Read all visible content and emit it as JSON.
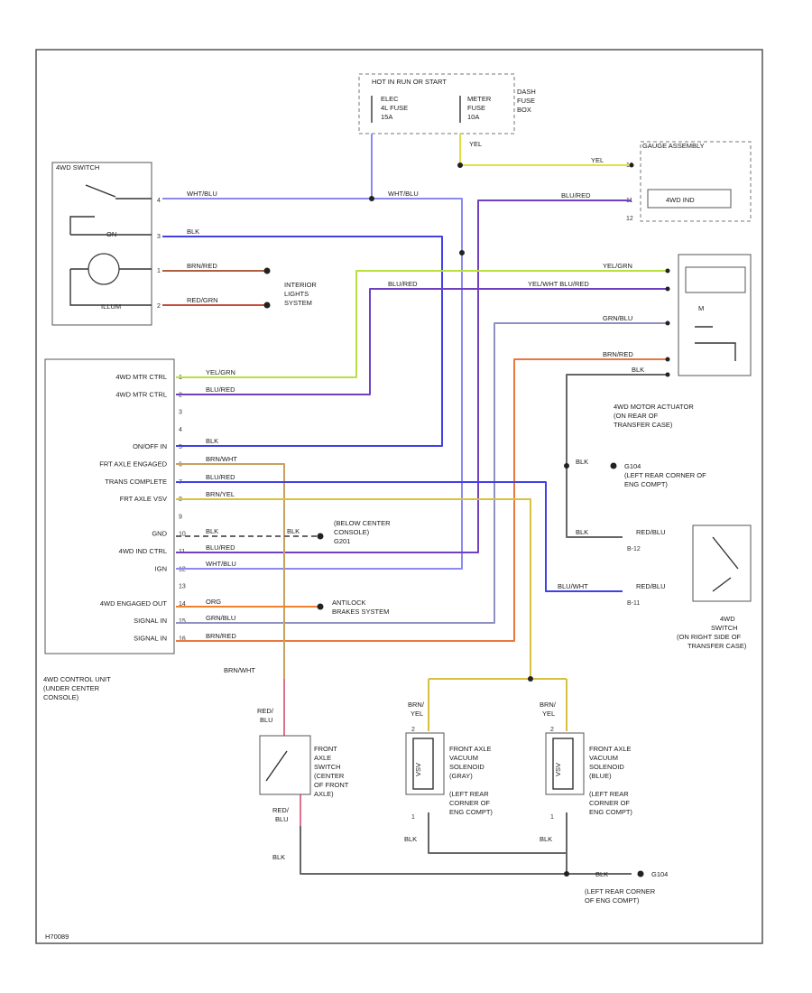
{
  "colors": {
    "wht_blu": "#8a8af0",
    "blk": "#4040e6",
    "brn_red": "#b06040",
    "red_grn": "#c05040",
    "yel_grn": "#b8e040",
    "blu_red": "#7040c0",
    "yel": "#e0e040",
    "yel_wht": "#d8c040",
    "grn_blu": "#9090c0",
    "brn_red_orange": "#e87840",
    "org": "#f08030",
    "brn_wht": "#c8a060",
    "red_blu": "#e07090",
    "gray": "#666666"
  },
  "fuse_box": {
    "title": "HOT IN RUN OR START",
    "fuse1": [
      "ELEC",
      "4L FUSE",
      "15A"
    ],
    "fuse2": [
      "METER",
      "FUSE",
      "10A"
    ],
    "box_label": [
      "DASH",
      "FUSE",
      "BOX"
    ]
  },
  "switch_4wd": {
    "title": "4WD SWITCH",
    "labels": [
      "",
      "ON",
      "",
      "ILLUM"
    ],
    "pins": [
      "4",
      "3",
      "1",
      "2"
    ]
  },
  "gauge": {
    "title": "GAUGE ASSEMBLY",
    "inner": "4WD IND",
    "pins": [
      "10",
      "11",
      "12"
    ]
  },
  "interior": [
    "INTERIOR",
    "LIGHTS",
    "SYSTEM"
  ],
  "actuator": {
    "title": [
      "4WD MOTOR ACTUATOR",
      "(ON REAR OF",
      "TRANSFER CASE)"
    ],
    "symbol": "M"
  },
  "control_unit": {
    "title": [
      "4WD CONTROL UNIT",
      "(UNDER CENTER",
      "CONSOLE)"
    ],
    "labels": [
      "4WD MTR CTRL",
      "4WD MTR CTRL",
      "",
      "",
      "ON/OFF IN",
      "FRT AXLE ENGAGED",
      "TRANS COMPLETE",
      "FRT AXLE VSV",
      "",
      "GND",
      "4WD IND CTRL",
      "IGN",
      "",
      "4WD ENGAGED OUT",
      "SIGNAL IN",
      "SIGNAL IN"
    ],
    "pins": [
      "1",
      "2",
      "3",
      "4",
      "5",
      "6",
      "7",
      "8",
      "9",
      "10",
      "11",
      "12",
      "13",
      "14",
      "15",
      "16"
    ]
  },
  "wires": {
    "wht_blu_a": "WHT/BLU",
    "wht_blu_b": "WHT/BLU",
    "blk_top": "BLK",
    "brn_red": "BRN/RED",
    "red_grn": "RED/GRN",
    "yel_top": "YEL",
    "yel_gauge": "YEL",
    "blu_red_gauge": "BLU/RED",
    "yel_grn_act": "YEL/GRN",
    "blu_red_mid": "BLU/RED",
    "yel_act": "YEL/WHT BLU/RED",
    "grn_blu_act": "GRN/BLU",
    "brn_red_act": "BRN/RED",
    "blk_act": "BLK",
    "cu_yel_grn": "YEL/GRN",
    "cu_blu_red": "BLU/RED",
    "cu_blk": "BLK",
    "cu_brn_wht": "BRN/WHT",
    "cu_blu_red2": "BLU/RED",
    "cu_brn_yel": "BRN/YEL",
    "cu_blk_gnd": "BLK",
    "cu_blk_gnd2": "BLK",
    "cu_blu_red3": "BLU/RED",
    "cu_wht_blu": "WHT/BLU",
    "cu_org": "ORG",
    "cu_grn_blu": "GRN/BLU",
    "cu_brn_red": "BRN/RED",
    "blk_g104a": "BLK",
    "blk_sw": "BLK",
    "red_blu_sw1": "RED/BLU",
    "blu_wht": "BLU/WHT",
    "red_blu_sw2": "RED/BLU",
    "brn_wht_down": "BRN/WHT",
    "red_blu_axle1": "RED/\nBLU",
    "red_blu_axle2": "RED/\nBLU",
    "blk_axle": "BLK",
    "brn_yel1": "BRN/\nYEL",
    "brn_yel2": "BRN/\nYEL",
    "blk_v1": "BLK",
    "blk_v2": "BLK",
    "blk_g104b": "BLK"
  },
  "grounds": {
    "g104a": [
      "G104",
      "(LEFT REAR CORNER OF",
      "ENG COMPT)"
    ],
    "g104b": [
      "G104",
      "(LEFT REAR CORNER",
      "OF ENG COMPT)"
    ],
    "below": [
      "(BELOW CENTER",
      "CONSOLE)"
    ],
    "g201": "G201"
  },
  "antilock": [
    "ANTILOCK",
    "BRAKES SYSTEM"
  ],
  "switch_right": {
    "title": [
      "4WD",
      "SWITCH",
      "(ON RIGHT SIDE OF",
      "TRANSFER CASE)"
    ],
    "pin_a": "B-12",
    "pin_b": "B-11"
  },
  "front_axle_switch": [
    "FRONT",
    "AXLE",
    "SWITCH",
    "(CENTER",
    "OF FRONT",
    "AXLE)"
  ],
  "vsv1": [
    "FRONT AXLE",
    "VACUUM",
    "SOLENOID",
    "(GRAY)",
    "(LEFT REAR",
    "CORNER OF",
    "ENG COMPT)"
  ],
  "vsv2": [
    "FRONT AXLE",
    "VACUUM",
    "SOLENOID",
    "(BLUE)",
    "(LEFT REAR",
    "CORNER OF",
    "ENG COMPT)"
  ],
  "vsv_symbol": "VSV",
  "vsv_pins": [
    "2",
    "1",
    "2",
    "1"
  ],
  "footer_code": "H70089"
}
